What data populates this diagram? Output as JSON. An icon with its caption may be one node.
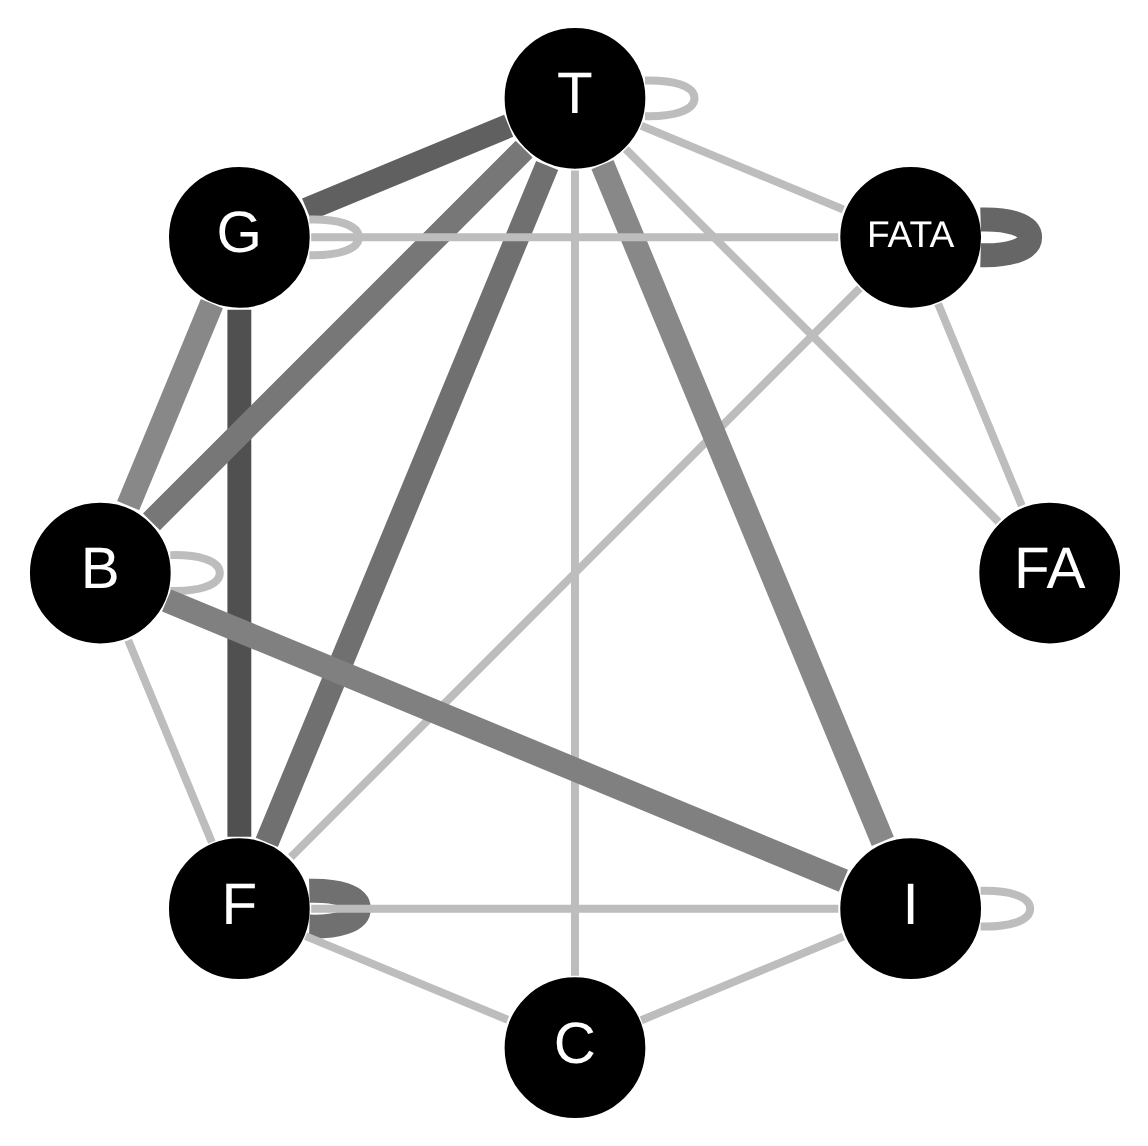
{
  "diagram": {
    "nodes": [
      {
        "text": [
          "F"
        ]
      },
      {
        "text": [
          "T"
        ]
      },
      {
        "text": [
          "G"
        ]
      },
      {
        "text": [
          "B"
        ]
      },
      {
        "text": [
          "FATA"
        ]
      },
      {
        "text": [
          "C"
        ]
      },
      {
        "text": [
          "FA"
        ]
      },
      {
        "text": [
          "I"
        ]
      }
    ],
    "edges": [
      {
        "from": 0,
        "to": 0,
        "arrow": "none",
        "style": "thick",
        "color": "#707070"
      },
      {
        "from": 1,
        "to": 1,
        "arrow": "none"
      },
      {
        "from": 2,
        "to": 2,
        "arrow": "none"
      },
      {
        "from": 3,
        "to": 3,
        "arrow": "none"
      },
      {
        "from": 4,
        "to": 4,
        "arrow": "none",
        "style": "thick",
        "color": "#666666"
      },
      {
        "from": 7,
        "to": 7,
        "arrow": "none"
      },
      {
        "from": 0,
        "to": 1,
        "arrow": "none",
        "style": "thick",
        "color": "#707070"
      },
      {
        "from": 0,
        "to": 2,
        "arrow": "none",
        "style": "thick",
        "color": "#505050"
      },
      {
        "from": 1,
        "to": 2,
        "arrow": "none",
        "style": "thick",
        "color": "#606060"
      },
      {
        "from": 2,
        "to": 3,
        "arrow": "none",
        "style": "thick",
        "color": "#888888"
      },
      {
        "from": 1,
        "to": 3,
        "arrow": "none",
        "style": "thick",
        "color": "#777777"
      },
      {
        "from": 0,
        "to": 3,
        "arrow": "none"
      },
      {
        "from": 2,
        "to": 4,
        "arrow": "none"
      },
      {
        "from": 4,
        "to": 6,
        "arrow": "none"
      },
      {
        "from": 0,
        "to": 4,
        "arrow": "none"
      },
      {
        "from": 1,
        "to": 4,
        "arrow": "none"
      },
      {
        "from": 1,
        "to": 6,
        "arrow": "none"
      },
      {
        "from": 1,
        "to": 7,
        "arrow": "none",
        "style": "thick",
        "color": "#888888"
      },
      {
        "from": 1,
        "to": 5,
        "arrow": "none"
      },
      {
        "from": 3,
        "to": 7,
        "arrow": "none",
        "style": "thick",
        "color": "#808080"
      },
      {
        "from": 0,
        "to": 7,
        "arrow": "none"
      },
      {
        "from": 0,
        "to": 5,
        "arrow": "none"
      },
      {
        "from": 5,
        "to": 7,
        "arrow": "none"
      }
    ]
  }
}
